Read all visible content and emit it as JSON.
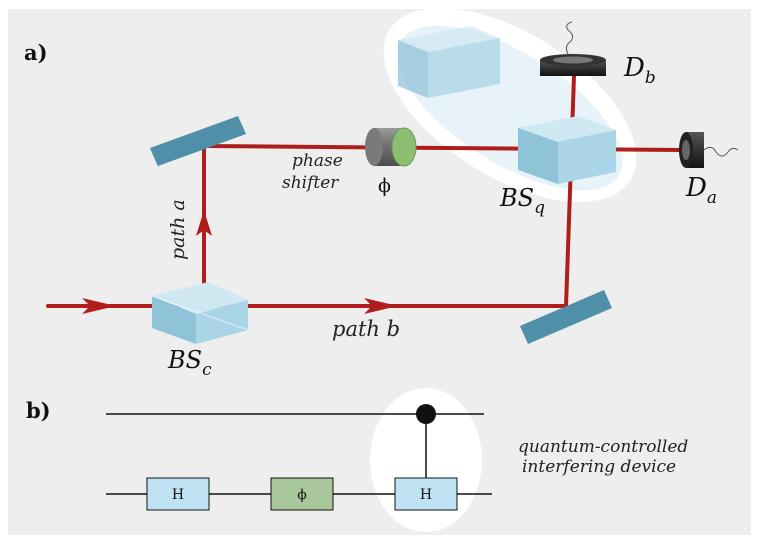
{
  "panels": {
    "a_label": "a)",
    "b_label": "b)"
  },
  "setup": {
    "phase_shifter_line1": "phase",
    "phase_shifter_line2": "shifter",
    "phase_symbol": "ϕ",
    "path_a": "path a",
    "path_b": "path b",
    "bs_c": {
      "main": "BS",
      "sub": "c"
    },
    "bs_q": {
      "main": "BS",
      "sub": "q"
    },
    "det_a": {
      "main": "D",
      "sub": "a"
    },
    "det_b": {
      "main": "D",
      "sub": "b"
    }
  },
  "circuit": {
    "gate_h1": "H",
    "gate_phi": "ϕ",
    "gate_h2": "H",
    "caption_line1": "quantum-controlled",
    "caption_line2": "interfering device"
  },
  "colors": {
    "beam": "#b01d1d",
    "background": "#eeeeee",
    "mirror": "#4f8fa8",
    "beamsplitter": "#a9d5e6",
    "phase_face": "#8dbf73",
    "gate_h": "#bfe3f2",
    "gate_phi": "#a8c79a",
    "highlight": "#ffffff"
  }
}
